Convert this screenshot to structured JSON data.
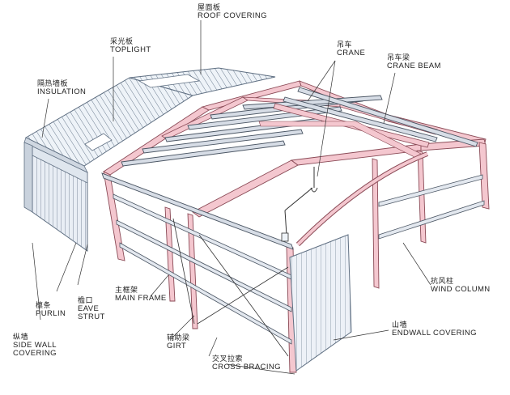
{
  "labels": {
    "roof_covering": {
      "zh": "屋面板",
      "en": "ROOF COVERING"
    },
    "toplight": {
      "zh": "采光板",
      "en": "TOPLIGHT"
    },
    "insulation": {
      "zh": "隔热墙板",
      "en": "INSULATION"
    },
    "crane": {
      "zh": "吊车",
      "en": "CRANE"
    },
    "crane_beam": {
      "zh": "吊车梁",
      "en": "CRANE BEAM"
    },
    "wind_column": {
      "zh": "抗风柱",
      "en": "WIND COLUMN"
    },
    "endwall_covering": {
      "zh": "山墙",
      "en": "ENDWALL COVERING"
    },
    "cross_bracing": {
      "zh": "交叉拉索",
      "en": "CROSS BRACING"
    },
    "girt": {
      "zh": "辅助梁",
      "en": "GIRT"
    },
    "main_frame": {
      "zh": "主框架",
      "en": "MAIN FRAME"
    },
    "eave_strut": {
      "zh": "檐口",
      "en": "EAVE",
      "en2": "STRUT"
    },
    "purlin": {
      "zh": "檩条",
      "en": "PURLIN"
    },
    "side_wall_covering": {
      "zh": "纵墙",
      "en": "SIDE WALL",
      "en2": "COVERING"
    }
  },
  "colors": {
    "frame": "#f4c7cf",
    "frame_stroke": "#8a4a56",
    "purlin": "#d7dde6",
    "panel": "#eef3f8",
    "panel_stroke": "#5f6f82",
    "leader": "#333333"
  }
}
